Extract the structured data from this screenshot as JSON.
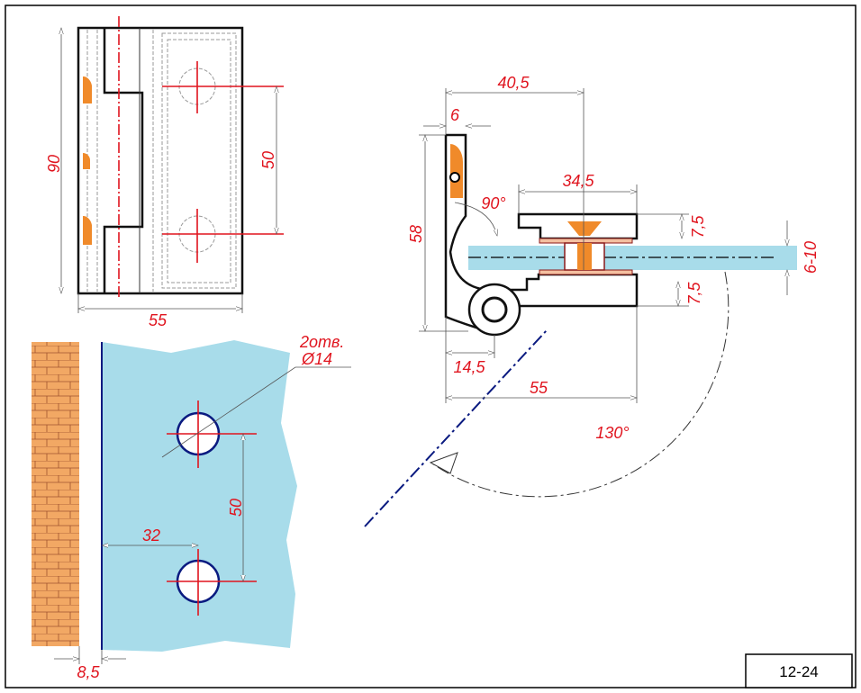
{
  "drawing_number": "12-24",
  "front_view": {
    "height": "90",
    "width": "55",
    "hole_spacing": "50"
  },
  "glass_layout": {
    "holes_label": "2отв.",
    "hole_diameter": "Ø14",
    "hole_spacing": "50",
    "edge_to_hole": "32",
    "gap_to_wall": "8,5"
  },
  "side_view": {
    "overall": "40,5",
    "plate_thickness": "6",
    "clamp_length": "34,5",
    "height": "58",
    "clamp_top": "7,5",
    "clamp_bottom": "7,5",
    "glass_thickness": "6-10",
    "pivot_offset": "14,5",
    "length": "55",
    "angle_right": "90°",
    "opening_angle": "130°"
  },
  "colors": {
    "glass": "#a8dcea",
    "brick": "#f2a864",
    "dimension": "#e0141e",
    "glass_edge": "#0a1a80"
  }
}
